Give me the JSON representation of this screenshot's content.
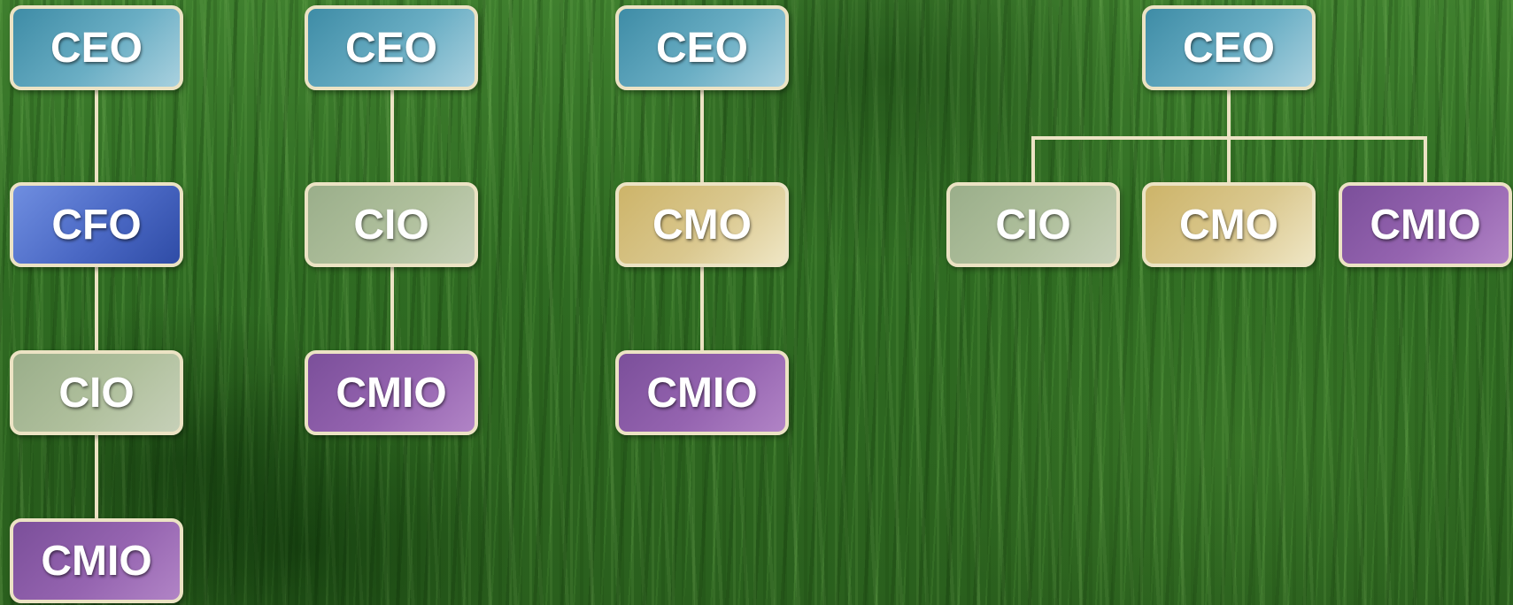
{
  "charts": [
    {
      "nodes": [
        "CEO",
        "CFO",
        "CIO",
        "CMIO"
      ]
    },
    {
      "nodes": [
        "CEO",
        "CIO",
        "CMIO"
      ]
    },
    {
      "nodes": [
        "CEO",
        "CMO",
        "CMIO"
      ]
    },
    {
      "root": "CEO",
      "children": [
        "CIO",
        "CMO",
        "CMIO"
      ]
    }
  ],
  "colors": {
    "CEO": "#4f99b2",
    "CFO": "#4a68c4",
    "CIO": "#a8b995",
    "CMO": "#dac88f",
    "CMIO": "#8e5aab",
    "border": "#ece3c4",
    "connector": "#ece3c4"
  }
}
